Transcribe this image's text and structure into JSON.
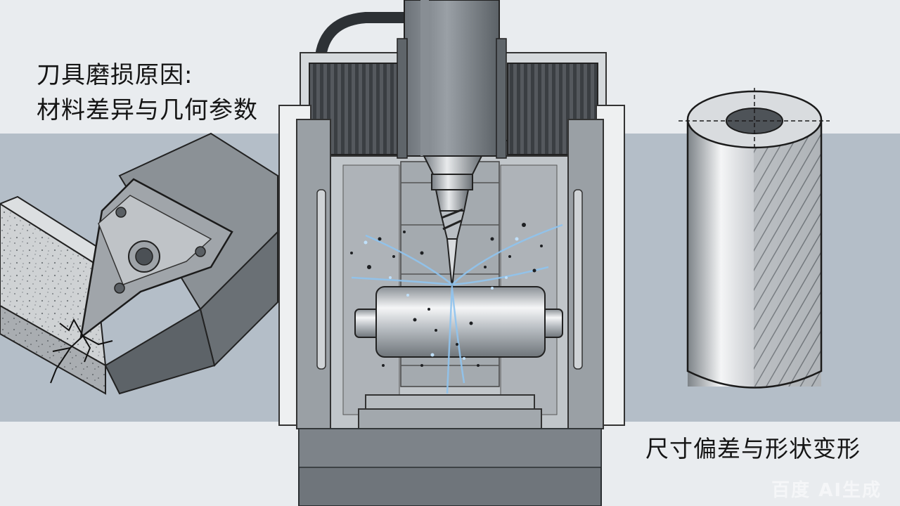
{
  "title": {
    "line1": "刀具磨损原因:",
    "line2": "材料差异与几何参数"
  },
  "caption_right": "尺寸偏差与形状变形",
  "watermark": "百度 AI生成",
  "colors": {
    "background_light": "#e9ecef",
    "background_band": "#b4bec8",
    "machine_gray": "#7f868c",
    "machine_dark": "#565c61",
    "coolant_blue": "#8fc3ee",
    "label_text": "#151515"
  }
}
